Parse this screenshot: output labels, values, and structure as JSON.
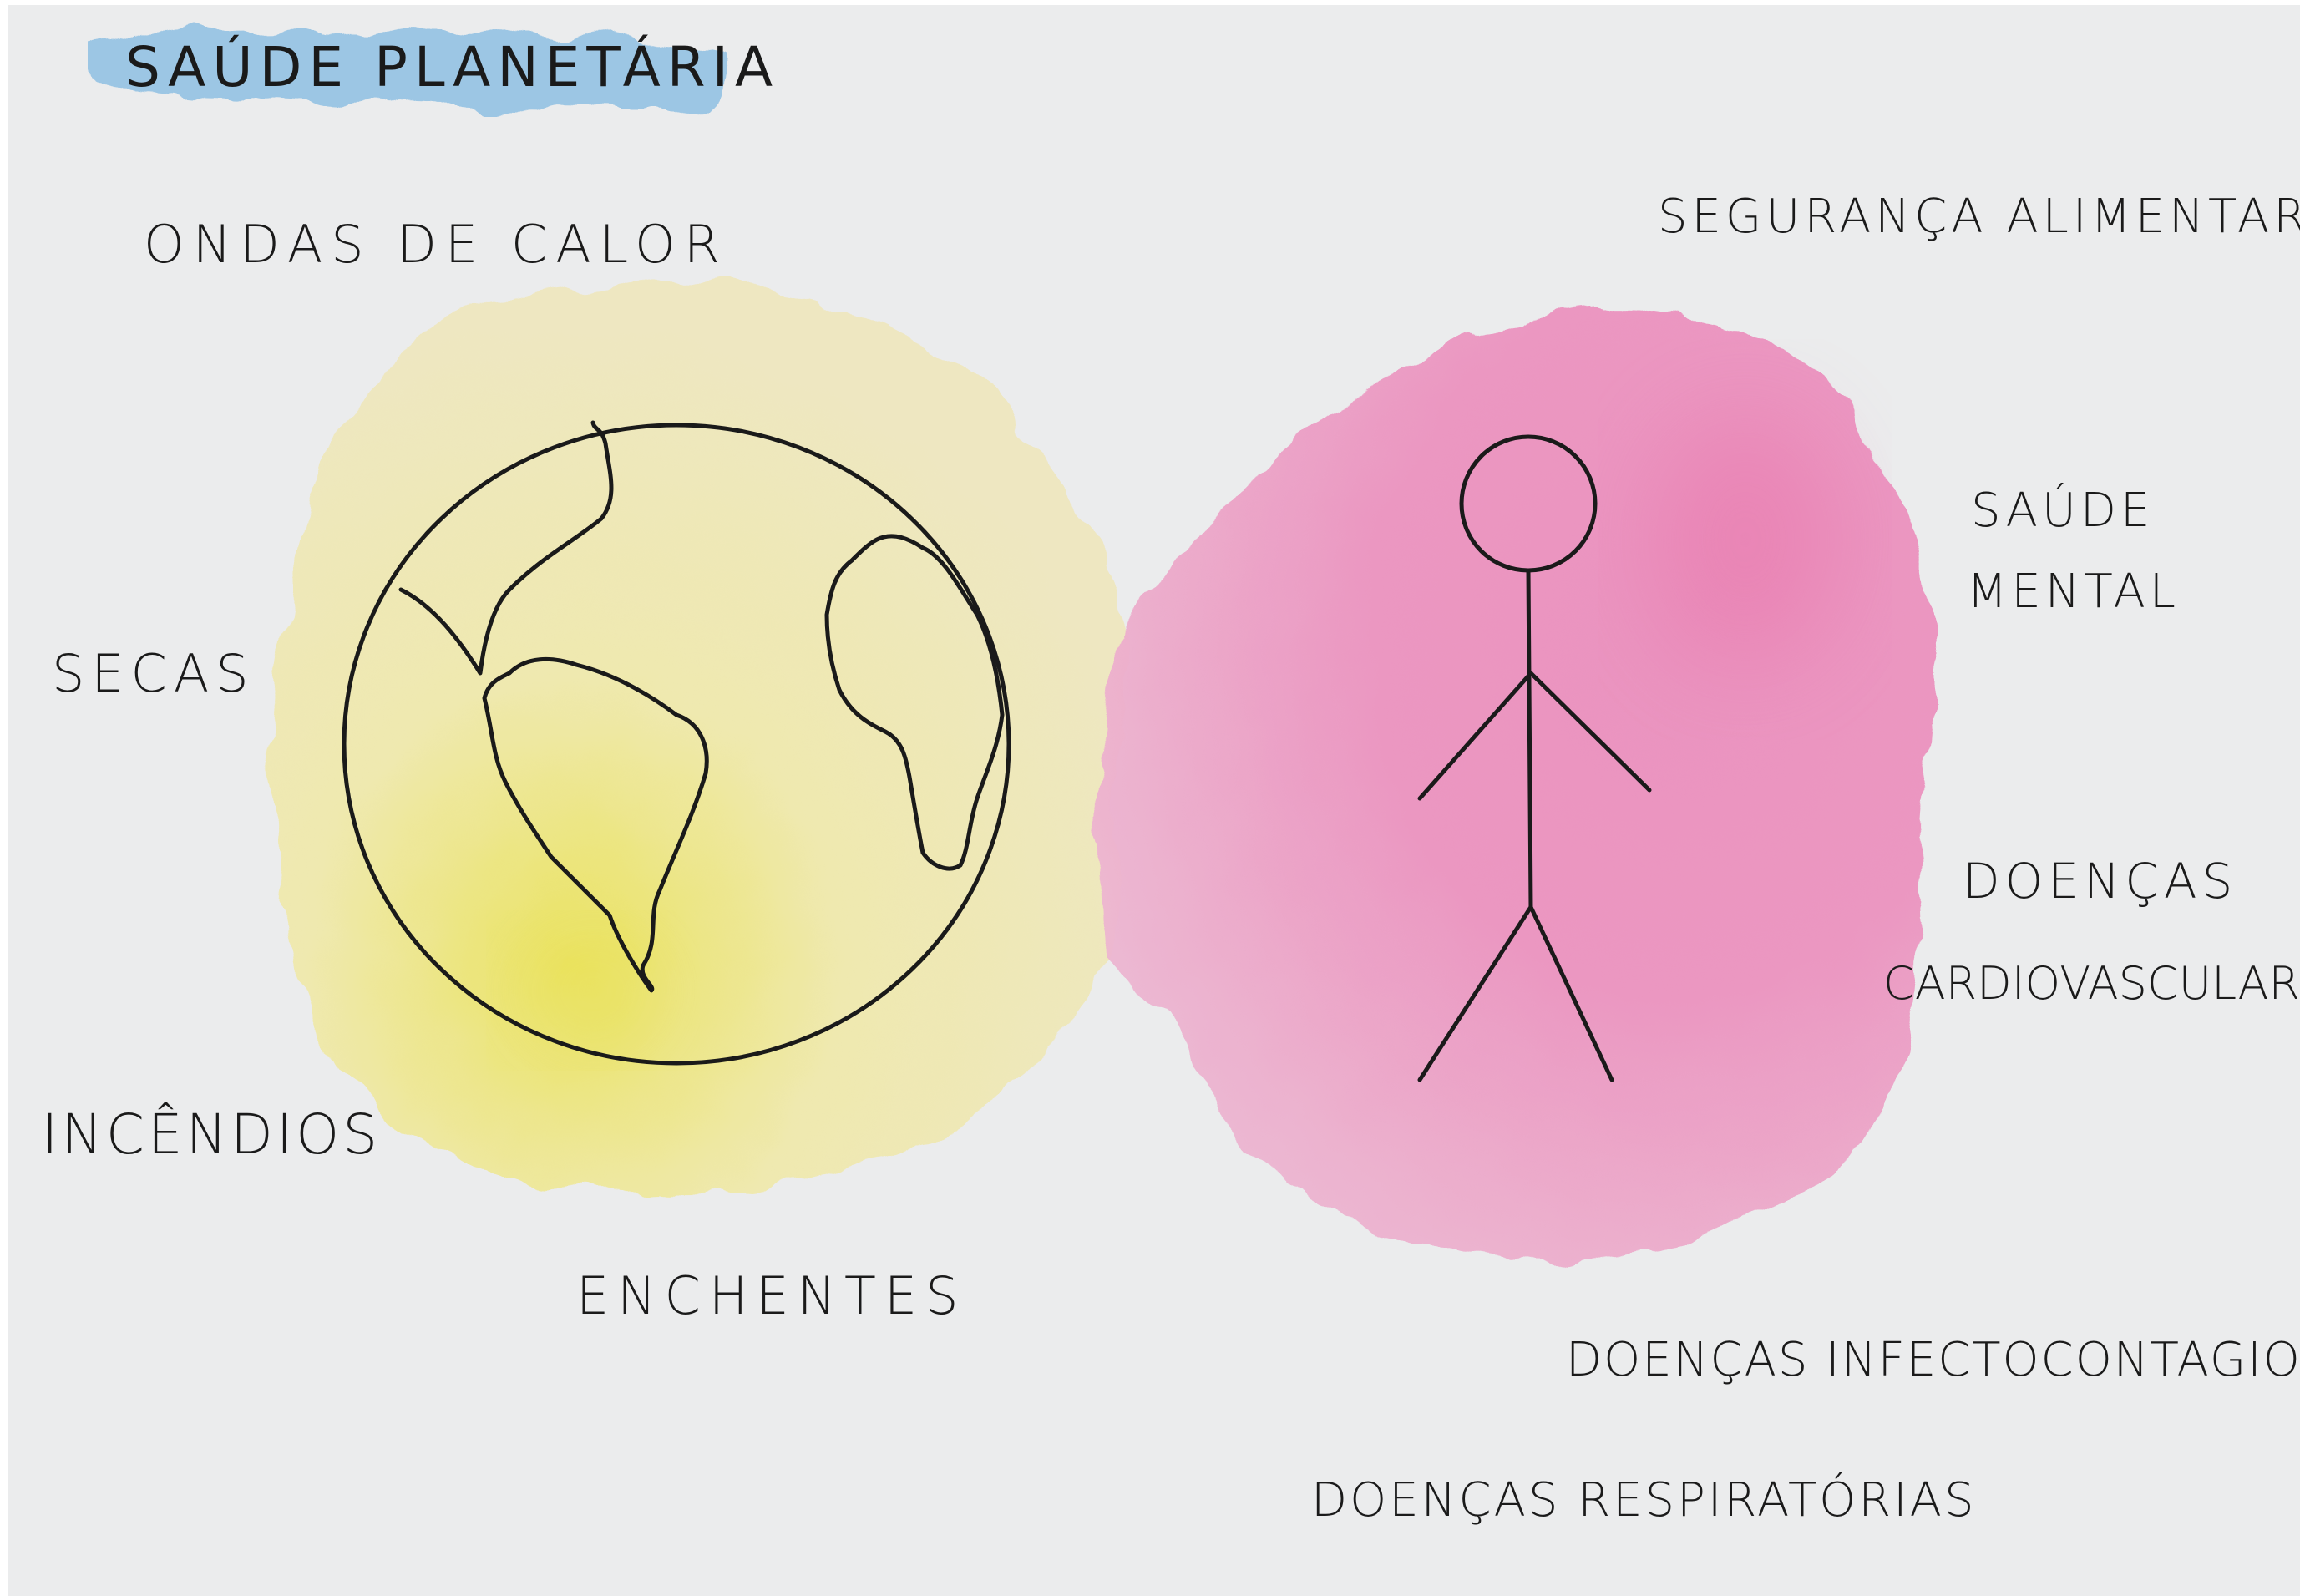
{
  "title": "SAÚDE PLANETÁRIA",
  "colors": {
    "paper": "#ebeced",
    "title_wash": "#8fc0e3",
    "earth_wash": "#f0e7a9",
    "human_wash": "#ea86b7",
    "ink": "#1a1a1a"
  },
  "icons": {
    "earth": "globe-icon",
    "human": "stick-figure-icon"
  },
  "climate_impacts": [
    "ONDAS DE CALOR",
    "SECAS",
    "INCÊNDIOS",
    "ENCHENTES"
  ],
  "health_impacts": [
    "SEGURANÇA ALIMENTAR",
    "SAÚDE",
    "MENTAL",
    "DOENÇAS",
    "CARDIOVASCULARES",
    "DOENÇAS INFECTOCONTAGIOSAS",
    "DOENÇAS RESPIRATÓRIAS"
  ]
}
